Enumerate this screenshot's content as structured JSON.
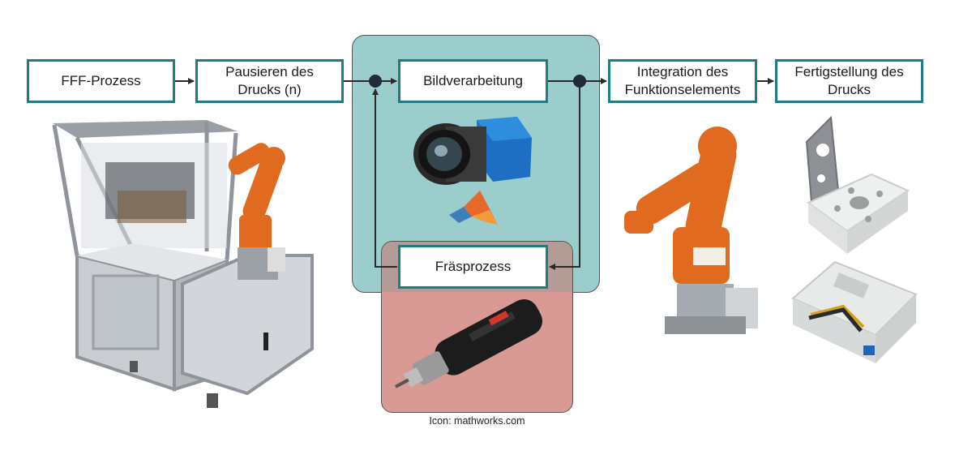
{
  "boxes": {
    "fff": "FFF-Prozess",
    "pause": "Pausieren des Drucks (n)",
    "bild": "Bildverarbeitung",
    "integration": "Integration des Funktionselements",
    "fertig": "Fertigstellung des Drucks",
    "fraes": "Fräsprozess"
  },
  "caption": "Icon: mathworks.com",
  "colors": {
    "box_border": "#1f7c84",
    "image_processing_region": "#9ccdcd",
    "milling_region": "#d99a95",
    "robot_orange": "#e06a1f"
  },
  "icons": [
    "robot-cell-photo",
    "camera-icon",
    "matlab-logo-icon",
    "milling-spindle-photo",
    "robot-arm-photo",
    "printed-bracket-photo",
    "printed-housing-photo"
  ]
}
